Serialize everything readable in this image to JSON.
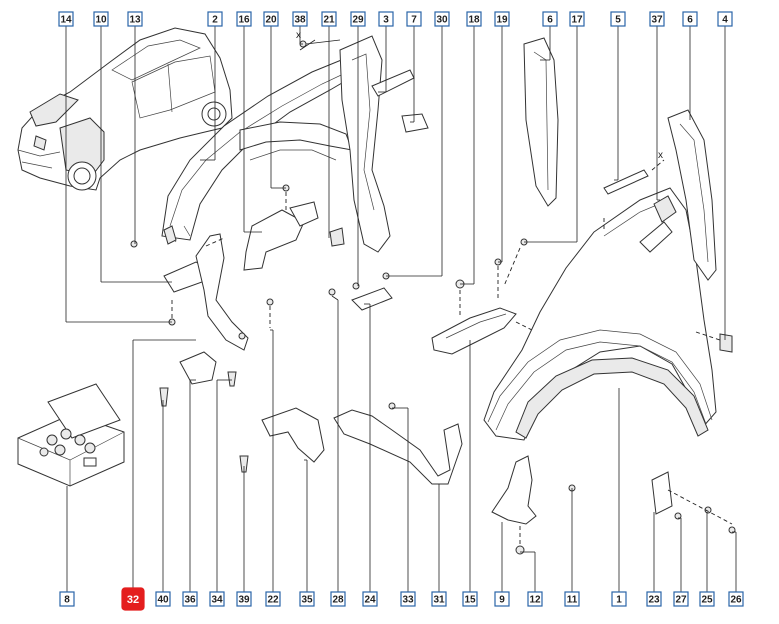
{
  "diagram": {
    "callouts_top": [
      "14",
      "10",
      "13",
      "2",
      "16",
      "20",
      "38",
      "21",
      "29",
      "3",
      "7",
      "30",
      "18",
      "19",
      "6",
      "17",
      "5",
      "37",
      "6",
      "4"
    ],
    "callouts_bottom": [
      "8",
      "32",
      "40",
      "36",
      "34",
      "39",
      "22",
      "35",
      "28",
      "24",
      "33",
      "31",
      "15",
      "9",
      "12",
      "11",
      "1",
      "23",
      "27",
      "25",
      "26"
    ],
    "highlighted": "32",
    "x_marks": [
      "x",
      "x"
    ],
    "colors": {
      "callout_border": "#2a64a8",
      "highlight": "#e41e1e",
      "line": "#333333"
    }
  }
}
